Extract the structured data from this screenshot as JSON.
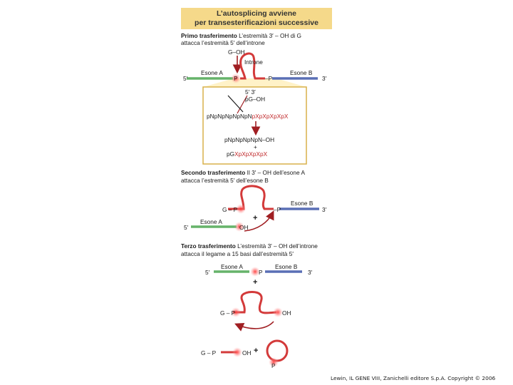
{
  "title": {
    "line1": "L’autosplicing avviene",
    "line2": "per transesterificazioni successive"
  },
  "step1": {
    "heading": "Primo trasferimento",
    "text1": " L’estremità 3′ – OH di G",
    "text2": "attacca l’estremità 5′ dell’introne",
    "labels": {
      "goh": "G–OH",
      "intron": "Introne",
      "exonA": "Esone A",
      "exonB": "Esone B",
      "five": "5′",
      "three": "3′",
      "pA": "P",
      "pB": "–P"
    },
    "zoom": {
      "ends": "5′   3′",
      "pgoh": "pG–OH",
      "seq_black": "pNpNpNpNpNpN",
      "seq_red": "pXpXpXpXpX",
      "product1": "pNpNpNpNpN–OH",
      "plus": "+",
      "product2_black": "pG",
      "product2_red": "XpXpXpXpX"
    }
  },
  "step2": {
    "heading": "Secondo trasferimento",
    "text1": " Il 3′ – OH dell’esone A",
    "text2": "attacca l’estremità 5′ dell’esone B",
    "labels": {
      "gp": "G – P",
      "pB": "–P",
      "exonB": "Esone B",
      "exonA": "Esone A",
      "five": "5′",
      "three": "3′",
      "oh": "OH",
      "plus": "+"
    }
  },
  "step3": {
    "heading": "Terzo trasferimento",
    "text1": " L’estremità 3′ – OH dell’introne",
    "text2": "attacca il legame a 15 basi dall’estremità 5′",
    "labels": {
      "exonA": "Esone A",
      "exonB": "Esone B",
      "five": "5′",
      "three": "3′",
      "p": "P",
      "plus1": "+",
      "gp": "G – P",
      "oh": "OH",
      "gp2": "G – P",
      "oh2": "OH",
      "plus2": "+",
      "p2": "P"
    }
  },
  "credit": "Lewin, IL GENE VIII, Zanichelli editore S.p.A. Copyright © 2006",
  "colors": {
    "header": "#f5d98a",
    "rna_red": "#d33a3a",
    "exon_green": "#66b36a",
    "exon_blue": "#5a6fb5",
    "arrow": "#a01e22",
    "zoom_fill": "#fff2c8",
    "zoom_border": "#d9b14a"
  }
}
